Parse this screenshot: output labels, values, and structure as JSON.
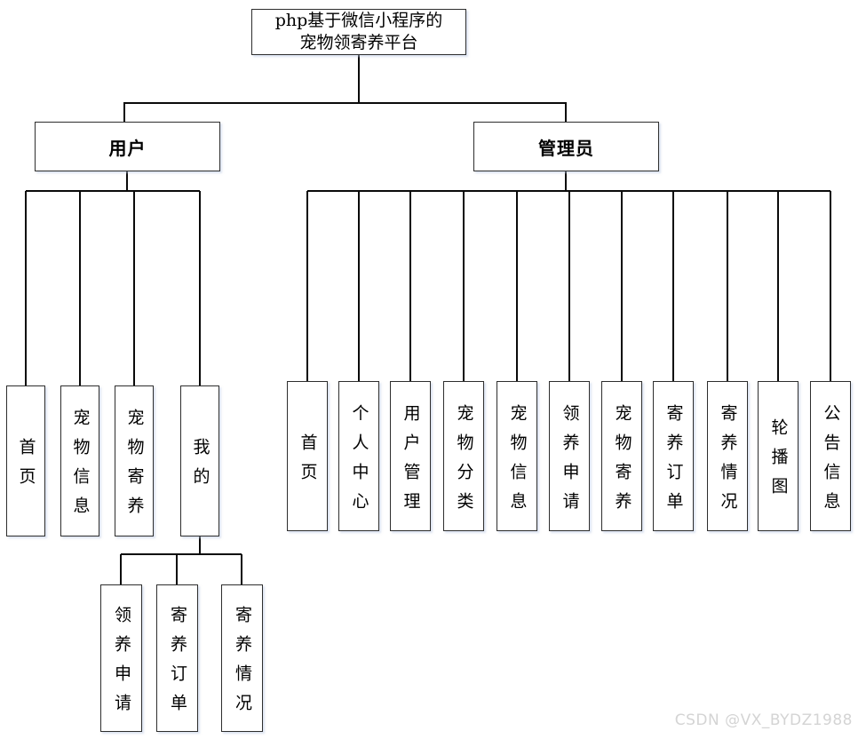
{
  "title": {
    "line1": "php基于微信小程序的",
    "line2": "宠物领寄养平台"
  },
  "user": {
    "label": "用户",
    "children": [
      {
        "label": "首页"
      },
      {
        "label": "宠物信息"
      },
      {
        "label": "宠物寄养"
      },
      {
        "label": "我的"
      }
    ]
  },
  "my": {
    "children": [
      {
        "label": "领养申请"
      },
      {
        "label": "寄养订单"
      },
      {
        "label": "寄养情况"
      }
    ]
  },
  "admin": {
    "label": "管理员",
    "children": [
      {
        "label": "首页"
      },
      {
        "label": "个人中心"
      },
      {
        "label": "用户管理"
      },
      {
        "label": "宠物分类"
      },
      {
        "label": "宠物信息"
      },
      {
        "label": "领养申请"
      },
      {
        "label": "宠物寄养"
      },
      {
        "label": "寄养订单"
      },
      {
        "label": "寄养情况"
      },
      {
        "label": "轮播图"
      },
      {
        "label": "公告信息"
      }
    ]
  },
  "watermark": {
    "text": "CSDN @VX_BYDZ1988"
  },
  "colors": {
    "background": "#ffffff",
    "box_border": "#2e2e2e",
    "connector": "#0a0a0a",
    "text": "#000000",
    "watermark": "#d4d4d4"
  }
}
